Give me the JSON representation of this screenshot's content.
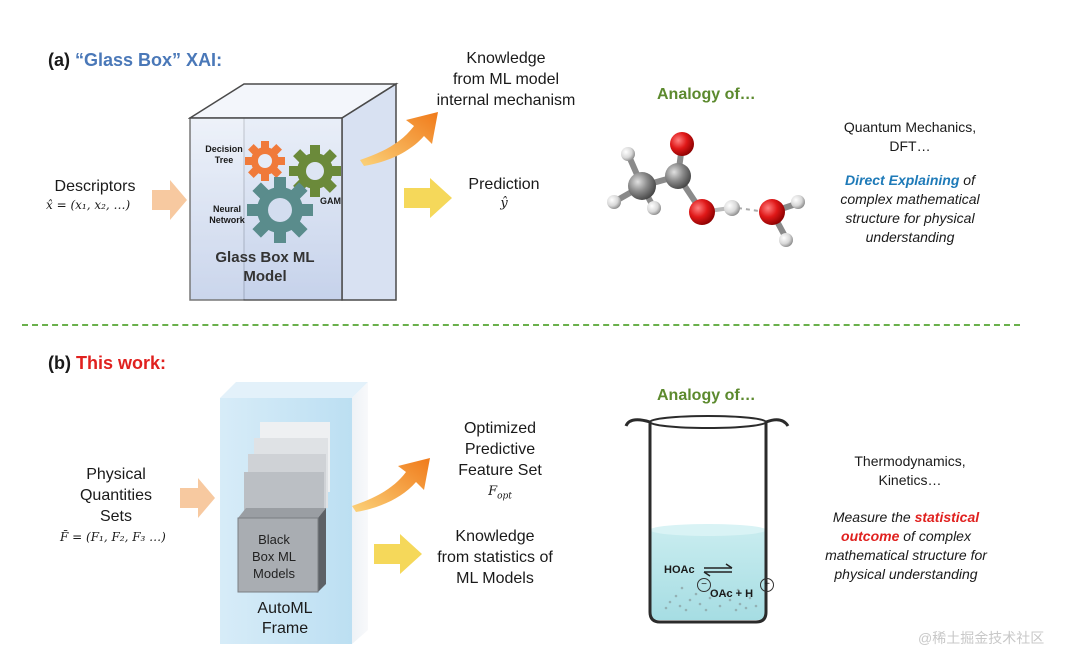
{
  "section_a": {
    "prefix": "(a)",
    "title": "“Glass Box” XAI:",
    "input_label": "Descriptors",
    "input_formula": "x̂ = (x₁, x₂, …)",
    "model_label_1": "Glass Box ML",
    "model_label_2": "Model",
    "gear_decision_tree_1": "Decision",
    "gear_decision_tree_2": "Tree",
    "gear_neural_network_1": "Neural",
    "gear_neural_network_2": "Network",
    "gear_gam": "GAM",
    "knowledge_lines": [
      "Knowledge",
      "from ML model",
      "internal mechanism"
    ],
    "prediction_label": "Prediction",
    "prediction_symbol": "ŷ",
    "analogy_heading": "Analogy of…",
    "analogy_text_1": "Quantum Mechanics,",
    "analogy_text_2": "DFT…",
    "analogy_highlight": "Direct Explaining",
    "analogy_rest_1": " of",
    "analogy_rest_2": "complex mathematical",
    "analogy_rest_3": "structure for physical",
    "analogy_rest_4": "understanding"
  },
  "section_b": {
    "prefix": "(b)",
    "title": "This work:",
    "input_lines": [
      "Physical",
      "Quantities",
      "Sets"
    ],
    "input_formula": "F̄ = (F₁, F₂, F₃ …)",
    "box_label_1": "Black",
    "box_label_2": "Box ML",
    "box_label_3": "Models",
    "frame_label_1": "AutoML",
    "frame_label_2": "Frame",
    "optimized_lines": [
      "Optimized",
      "Predictive",
      "Feature Set"
    ],
    "optimized_symbol": "F",
    "optimized_subscript": "opt",
    "knowledge_lines": [
      "Knowledge",
      "from statistics of",
      "ML Models"
    ],
    "analogy_heading": "Analogy of…",
    "beaker_hoac": "HOAc",
    "beaker_oac": "OAc + H",
    "beaker_minus": "−",
    "beaker_plus": "+",
    "analogy_text_1": "Thermodynamics,",
    "analogy_text_2": "Kinetics…",
    "analogy_pre": "Measure the ",
    "analogy_highlight_1": "statistical",
    "analogy_highlight_2": "outcome",
    "analogy_rest_1": " of complex",
    "analogy_rest_2": "mathematical structure for",
    "analogy_rest_3": "physical understanding"
  },
  "watermark": "@稀土掘金技术社区",
  "colors": {
    "blue_title": "#4a78b8",
    "red_title": "#e0211f",
    "green_heading": "#5c8a2e",
    "highlight_blue": "#1e7ab8",
    "highlight_red": "#e0211f",
    "gear_orange": "#f07a3a",
    "gear_green": "#6b8a3a",
    "gear_teal": "#5a8c8c",
    "input_arrow": "#f7c9a0",
    "output_arrow_yellow": "#f5d85a",
    "output_arrow_orange": "#f39a2a"
  }
}
